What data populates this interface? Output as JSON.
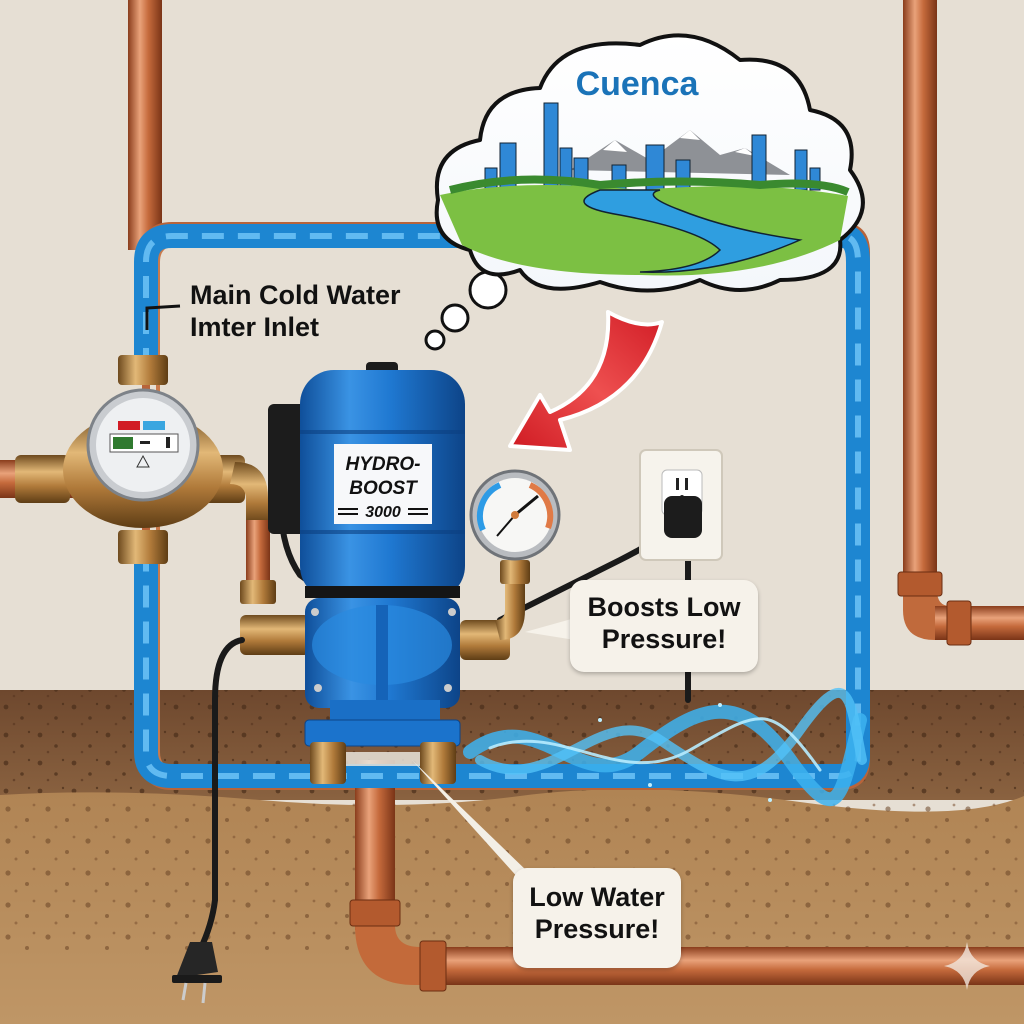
{
  "labels": {
    "inlet_line1": "Main Cold Water",
    "inlet_line2": "Imter Inlet",
    "boost_line1": "Boosts Low",
    "boost_line2": "Pressure!",
    "low_line1": "Low Water",
    "low_line2": "Pressure!"
  },
  "thought_bubble": {
    "title": "Cuenca",
    "scene": "city-skyline-mountains-river"
  },
  "pump": {
    "brand_line1": "HYDRO-",
    "brand_line2": "BOOST",
    "model": "3000"
  },
  "colors": {
    "wall": "#e6dfd4",
    "copper": "#c36a3a",
    "water_blue": "#2f9ee0",
    "pump_blue": "#1f78d1",
    "arrow_red": "#d9202a",
    "soil_dark": "#7a5236",
    "soil_light": "#b58a58",
    "title_blue": "#1a73b8"
  },
  "icons": {
    "arrow": "curved-red-arrow-icon",
    "gauge": "pressure-gauge-icon",
    "outlet": "wall-outlet-icon",
    "plug": "power-plug-icon",
    "meter": "water-meter-icon",
    "sparkle": "sparkle-icon"
  }
}
